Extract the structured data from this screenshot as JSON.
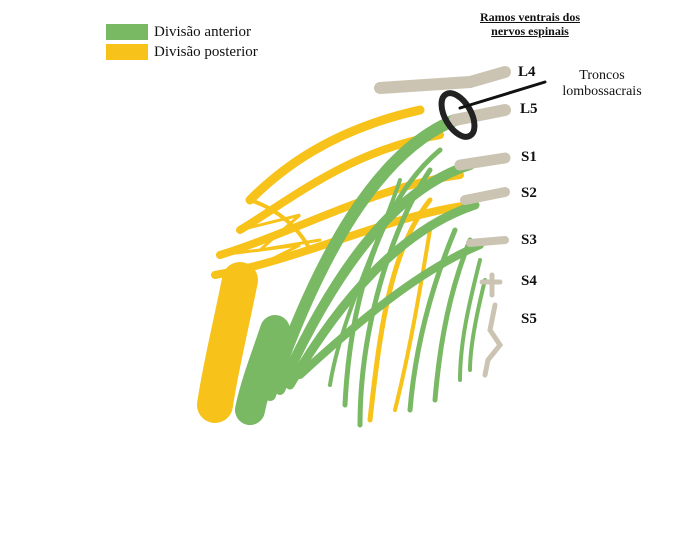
{
  "legend": [
    {
      "label": "Divisão anterior",
      "color": "#79b964"
    },
    {
      "label": "Divisão posterior",
      "color": "#f7c21a"
    }
  ],
  "header_title": "Ramos ventrais dos nervos espinais",
  "levels": [
    "L4",
    "L5",
    "S1",
    "S2",
    "S3",
    "S4",
    "S5"
  ],
  "callout": "Troncos lombossacrais",
  "colors": {
    "anterior": "#79b964",
    "posterior": "#f7c21a",
    "root": "#cbc4b3",
    "ring": "#222222"
  }
}
